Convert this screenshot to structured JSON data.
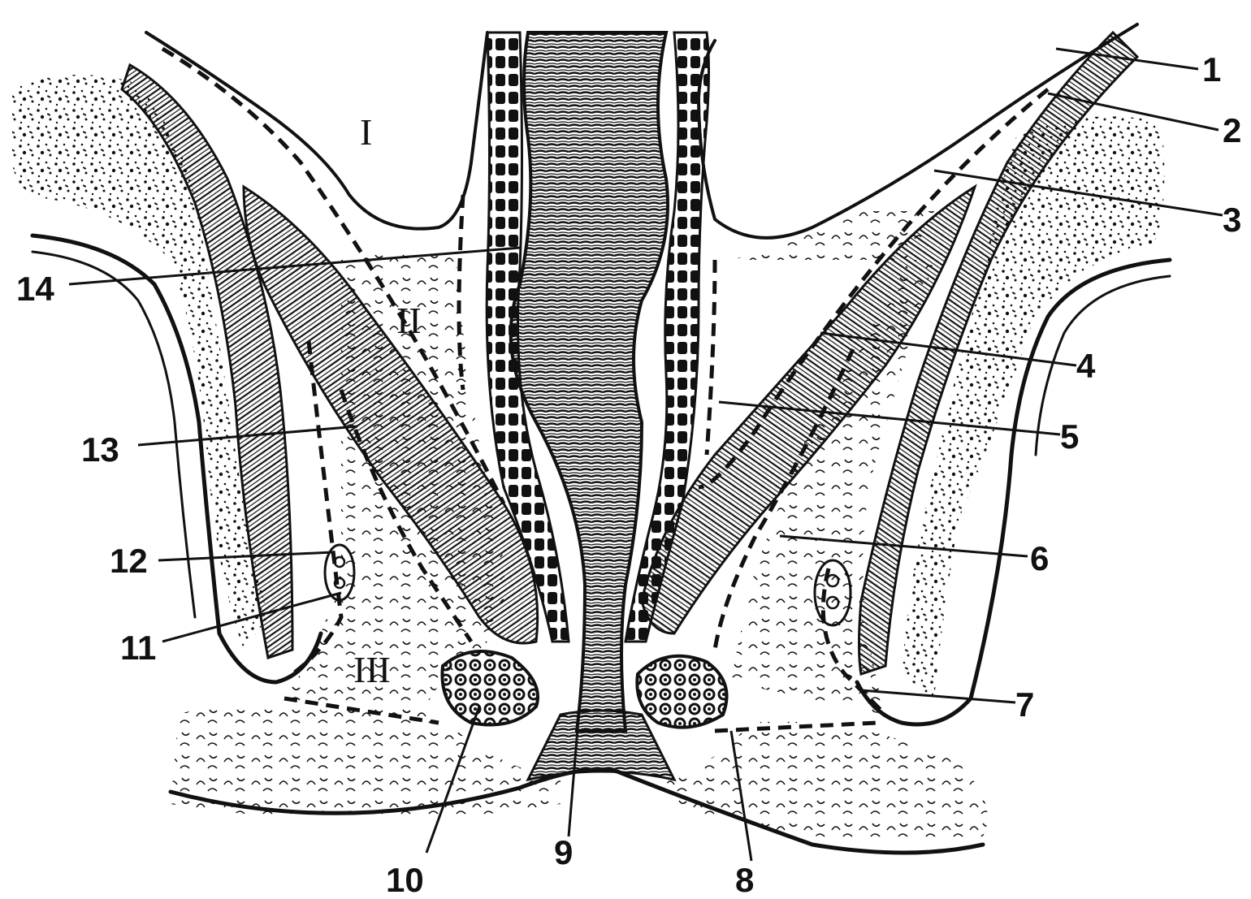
{
  "diagram": {
    "ink_color": "#111111",
    "background_color": "#ffffff",
    "numbered_labels": [
      "1",
      "2",
      "3",
      "4",
      "5",
      "6",
      "7",
      "8",
      "9",
      "10",
      "11",
      "12",
      "13",
      "14"
    ],
    "spaces": [
      "I",
      "II",
      "III"
    ]
  }
}
